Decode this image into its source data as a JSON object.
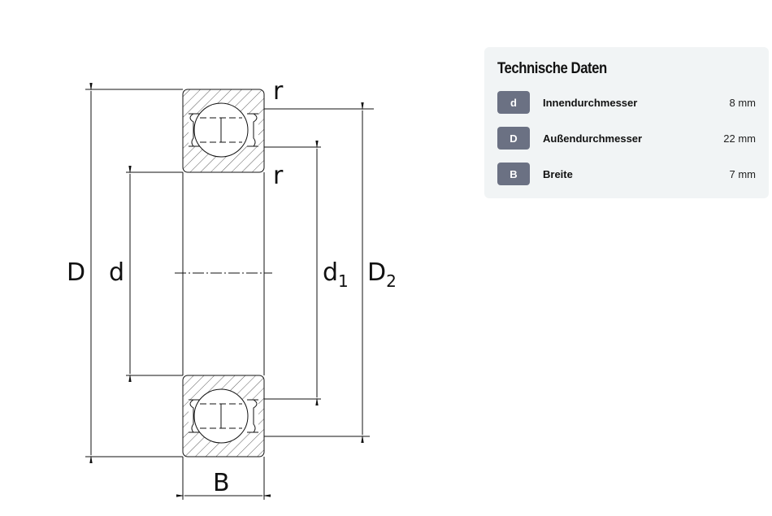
{
  "drawing": {
    "labels": {
      "D": "D",
      "d": "d",
      "d1_main": "d",
      "d1_sub": "1",
      "D2_main": "D",
      "D2_sub": "2",
      "r_top": "r",
      "r_bottom": "r",
      "B": "B"
    }
  },
  "panel": {
    "title": "Technische Daten",
    "rows": [
      {
        "symbol": "d",
        "label": "Innendurchmesser",
        "value": "8 mm"
      },
      {
        "symbol": "D",
        "label": "Außendurchmesser",
        "value": "22 mm"
      },
      {
        "symbol": "B",
        "label": "Breite",
        "value": "7 mm"
      }
    ],
    "badge_color": "#6b7183"
  }
}
